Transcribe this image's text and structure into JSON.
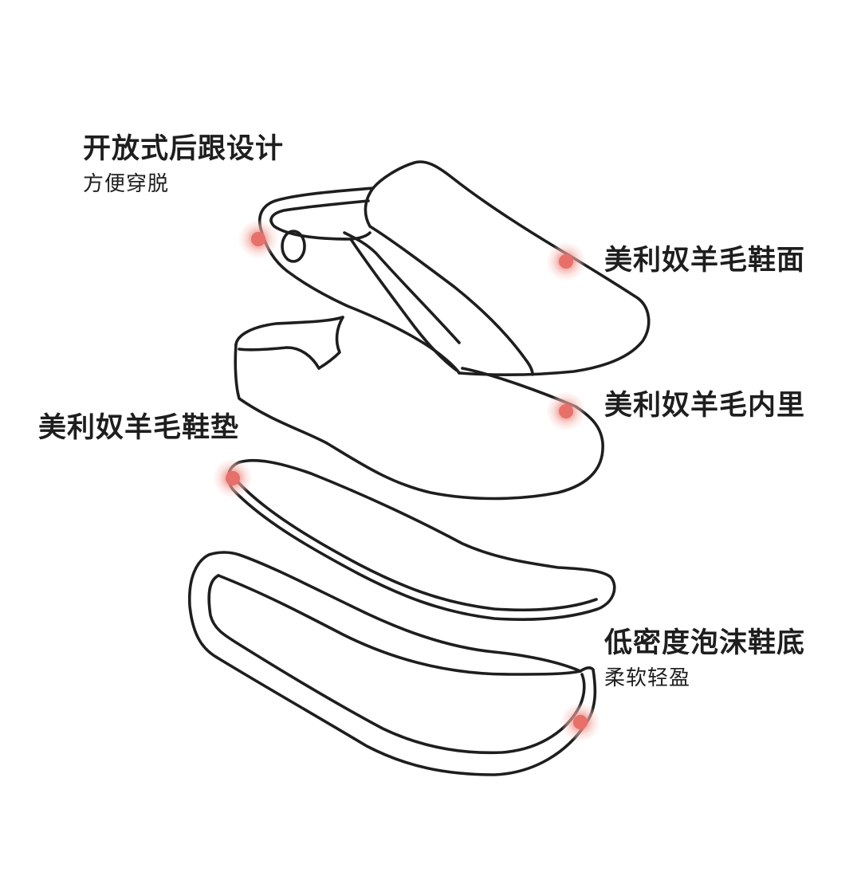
{
  "colors": {
    "outline": "#1e1e1e",
    "marker": "#e8706a",
    "marker_halo": "#f6c9c3",
    "text": "#1e1e1e",
    "background": "#ffffff"
  },
  "callouts": {
    "heel": {
      "title": "开放式后跟设计",
      "subtitle": "方便穿脱"
    },
    "upper": {
      "title": "美利奴羊毛鞋面"
    },
    "lining": {
      "title": "美利奴羊毛内里"
    },
    "insole": {
      "title": "美利奴羊毛鞋垫"
    },
    "outsole": {
      "title": "低密度泡沫鞋底",
      "subtitle": "柔软轻盈"
    }
  }
}
